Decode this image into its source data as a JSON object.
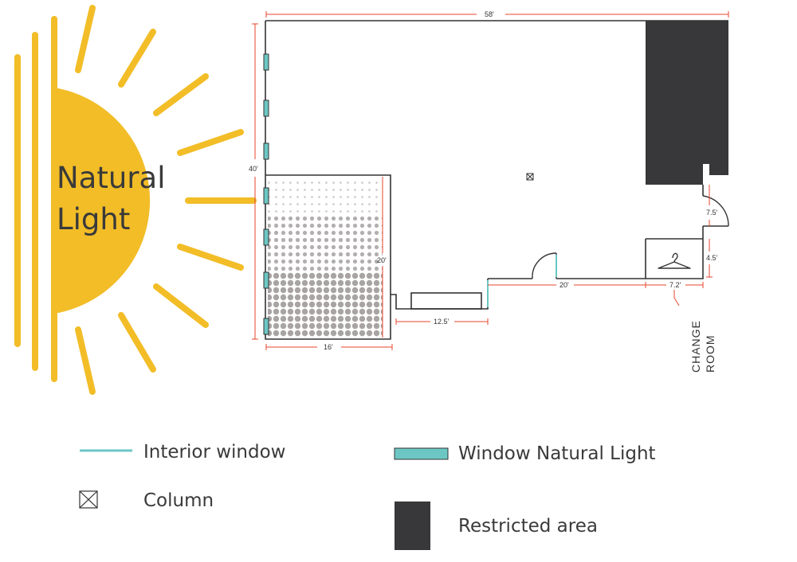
{
  "sun": {
    "label_line1": "Natural",
    "label_line2": "Light",
    "color": "#f2bd27"
  },
  "plan": {
    "width_label": "58'",
    "height_label": "40'",
    "shaded_width_label": "16'",
    "shaded_height_label": "20'",
    "bump_width_label": "12.5'",
    "corridor_label": "20'",
    "change_room_width_label": "7.2'",
    "door_gap_label": "7.5'",
    "change_room_depth_label": "4.5'",
    "change_room_line1": "CHANGE",
    "change_room_line2": "ROOM",
    "wall_color": "#333333",
    "dimension_color": "#e8452c",
    "window_color": "#6cc7c4",
    "restricted_color": "#38383a"
  },
  "legend": {
    "interior_window": "Interior window",
    "window_natural_light": "Window Natural Light",
    "column": "Column",
    "restricted_area": "Restricted area"
  }
}
